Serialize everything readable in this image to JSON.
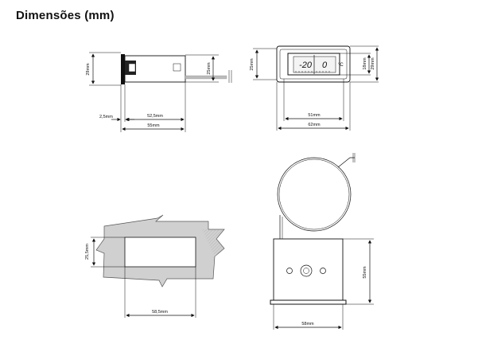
{
  "title": "Dimensões (mm)",
  "dims": {
    "side_height": "29mm",
    "side_cable": "25mm",
    "side_flange": "2,5mm",
    "side_depth": "52,5mm",
    "side_total": "55mm",
    "front_height": "25mm",
    "front_window_h": "18mm",
    "front_total_h": "29mm",
    "front_window_w": "51mm",
    "front_total_w": "62mm",
    "cutout_h": "25,5mm",
    "cutout_w": "58,5mm",
    "rear_height": "55mm",
    "rear_width": "58mm"
  },
  "display": {
    "left_value": "-20",
    "right_value": "0",
    "unit": "°C"
  }
}
